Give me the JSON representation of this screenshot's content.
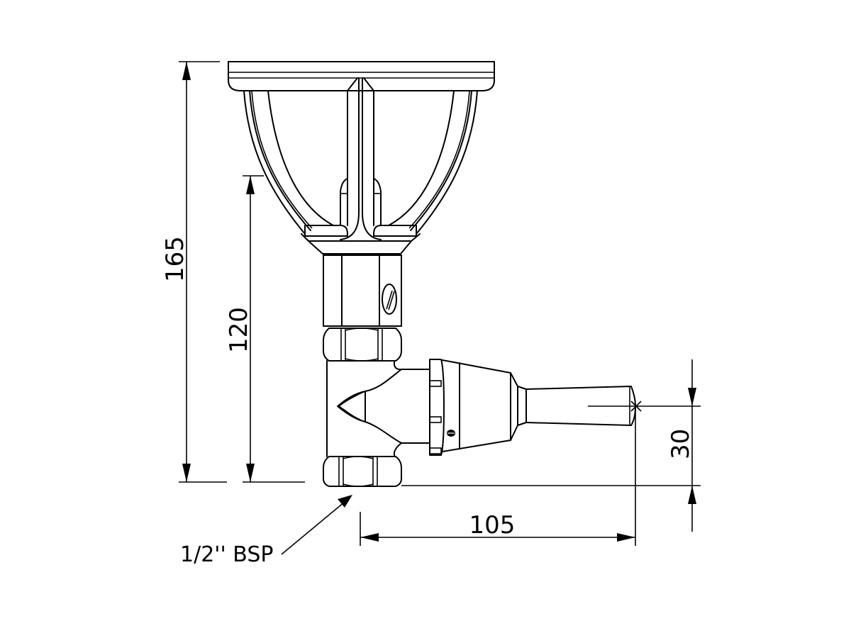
{
  "drawing": {
    "type": "technical-drawing",
    "subject": "tap / valve with funnel bowl, side view",
    "line_color": "#000000",
    "background": "#ffffff"
  },
  "dimensions": {
    "overall_height": {
      "value": "165",
      "orientation": "vertical"
    },
    "height_to_bowl": {
      "value": "120",
      "orientation": "vertical"
    },
    "handle_height": {
      "value": "30",
      "orientation": "vertical"
    },
    "handle_length": {
      "value": "105",
      "orientation": "horizontal"
    }
  },
  "annotations": {
    "connection": "1/2'' BSP"
  }
}
